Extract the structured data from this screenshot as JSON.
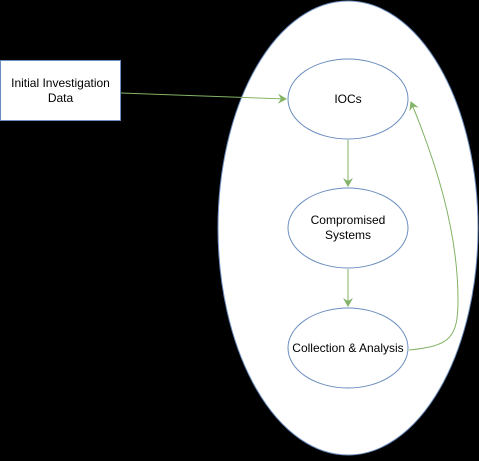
{
  "nodes": {
    "initial_data": {
      "label": "Initial Investigation\nData"
    },
    "iocs": {
      "label": "IOCs"
    },
    "compromised": {
      "label": "Compromised\nSystems"
    },
    "collection": {
      "label": "Collection & Analysis"
    }
  },
  "colors": {
    "background": "#000000",
    "node_fill": "#ffffff",
    "node_stroke": "#6c8ebf",
    "edge": "#82b366",
    "text": "#000000"
  }
}
